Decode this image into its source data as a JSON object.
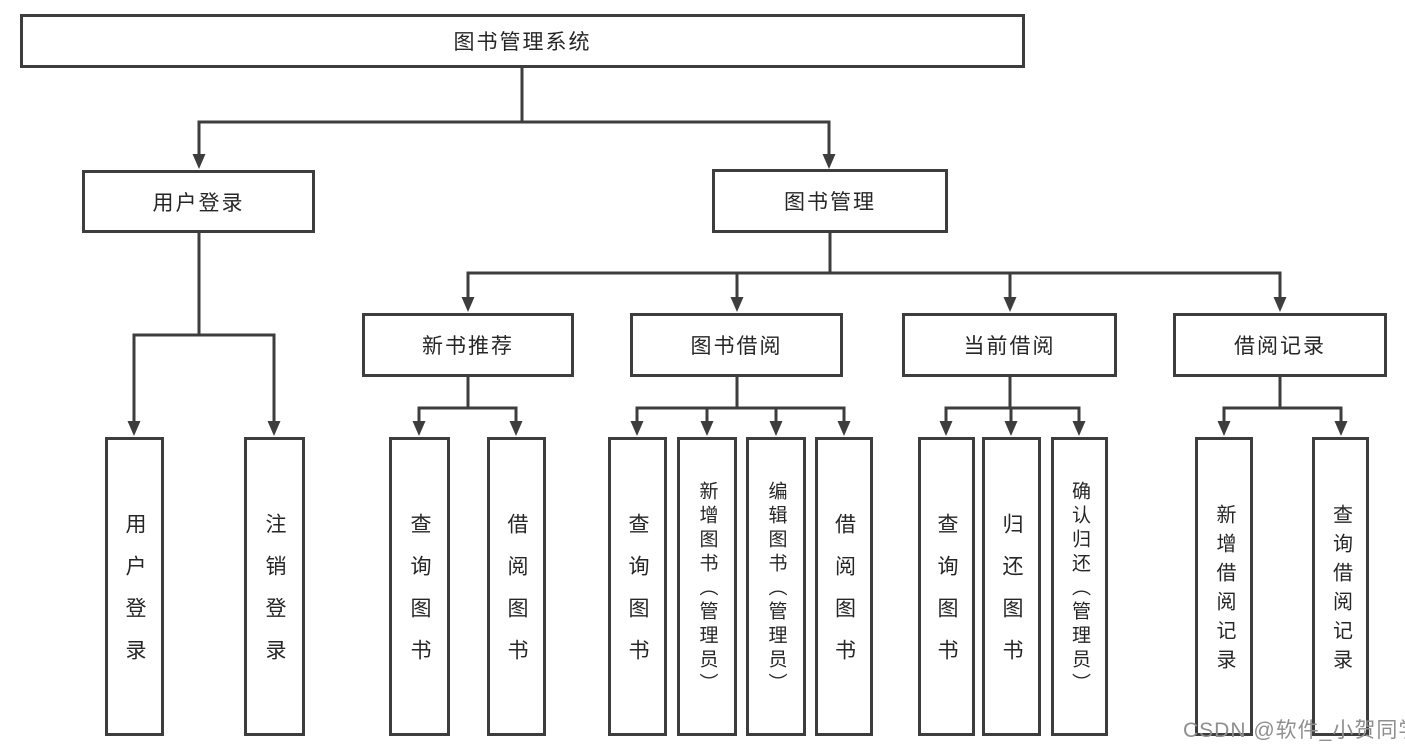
{
  "tree": {
    "label": "图书管理系统",
    "children": [
      {
        "label": "用户登录",
        "children": [
          {
            "label": "用户登录"
          },
          {
            "label": "注销登录"
          }
        ]
      },
      {
        "label": "图书管理",
        "children": [
          {
            "label": "新书推荐",
            "children": [
              {
                "label": "查询图书"
              },
              {
                "label": "借阅图书"
              }
            ]
          },
          {
            "label": "图书借阅",
            "children": [
              {
                "label": "查询图书"
              },
              {
                "label": "新增图书（管理员）"
              },
              {
                "label": "编辑图书（管理员）"
              },
              {
                "label": "借阅图书"
              }
            ]
          },
          {
            "label": "当前借阅",
            "children": [
              {
                "label": "查询图书"
              },
              {
                "label": "归还图书"
              },
              {
                "label": "确认归还（管理员）"
              }
            ]
          },
          {
            "label": "借阅记录",
            "children": [
              {
                "label": "新增借阅记录"
              },
              {
                "label": "查询借阅记录"
              }
            ]
          }
        ]
      }
    ]
  },
  "watermark": {
    "text": "CSDN @软件_小贺同学"
  },
  "colors": {
    "line": "#3d3d3d",
    "box_border": "#3d3d3d",
    "box_background": "#ffffff",
    "text": "#262626",
    "watermark_text": "#8f8f8f",
    "page_background": "#ffffff"
  }
}
